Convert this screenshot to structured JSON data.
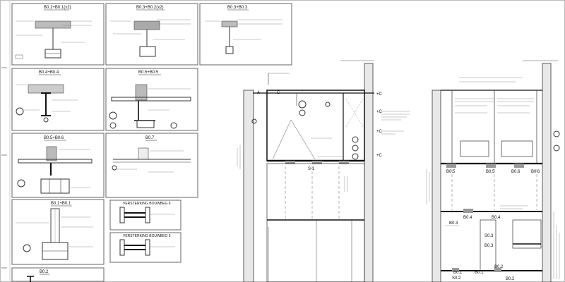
{
  "details": {
    "d1": "B0.1+B0.1(x2)",
    "d2": "B0.3+B0.2(x2)",
    "d3": "B0.3+B0.3",
    "d4": "B0.4+B0.4",
    "d5": "B0.5+B0.5",
    "d6": "B0.5+B0.6",
    "d7": "B0.7",
    "d8": "B0.1+B0.1",
    "d9": "B0.2",
    "box1": "VERSTERKING BOUWBEG 6",
    "box2": "VERSTERKING BOUWBEG 5"
  },
  "section_a": {
    "axis_c": "C",
    "axis_a": "A",
    "elev_labels": [
      "+C",
      "+C",
      "+C",
      "+C"
    ],
    "beam_labels": [
      "S-1"
    ]
  },
  "section_b": {
    "beam_labels": [
      "B0.5",
      "B0.5",
      "B0.6",
      "B0.6",
      "B0.4",
      "B0.4",
      "B0.3",
      "S0.3",
      "B0.3",
      "B0.2",
      "B0.1",
      "B0.1",
      "S0.2",
      "B0.2"
    ]
  }
}
